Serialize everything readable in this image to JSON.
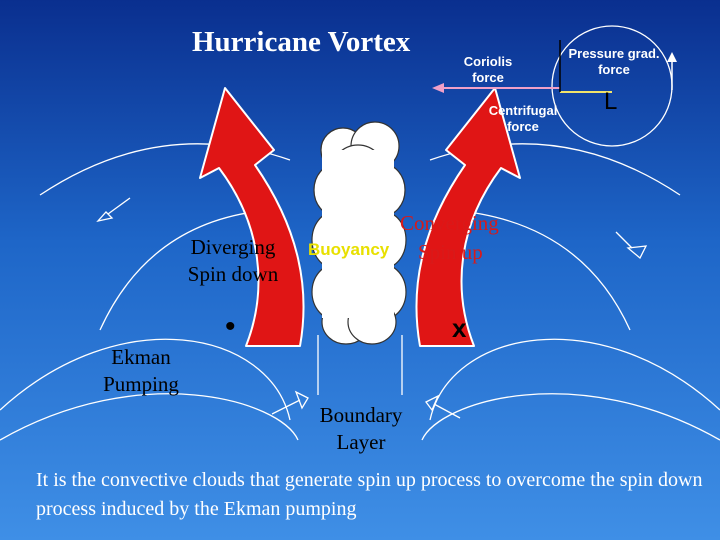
{
  "title": "Hurricane Vortex",
  "forces": {
    "coriolis": "Coriolis force",
    "pressure_gradient": "Pressure grad. force",
    "centrifugal": "Centrifugal force",
    "low_symbol": "L"
  },
  "labels": {
    "diverging": "Diverging Spin down",
    "converging": "Converging",
    "spin_up": "Spin up",
    "buoyancy": "Buoyancy",
    "ekman": "Ekman Pumping",
    "boundary_layer": "Boundary Layer",
    "dot_symbol": "•",
    "cross_symbol": "x"
  },
  "caption": "It is the convective clouds that generate spin up process to overcome the spin down process  induced by the Ekman pumping",
  "colors": {
    "background_top": "#0a2f8f",
    "background_bottom": "#3f8fe6",
    "red_arrow": "#e01515",
    "coriolis_arrow": "#f0a0c8",
    "centrifugal_arrow": "#f2e46a",
    "cloud": "#ffffff",
    "buoyancy_text": "#e8e000"
  }
}
